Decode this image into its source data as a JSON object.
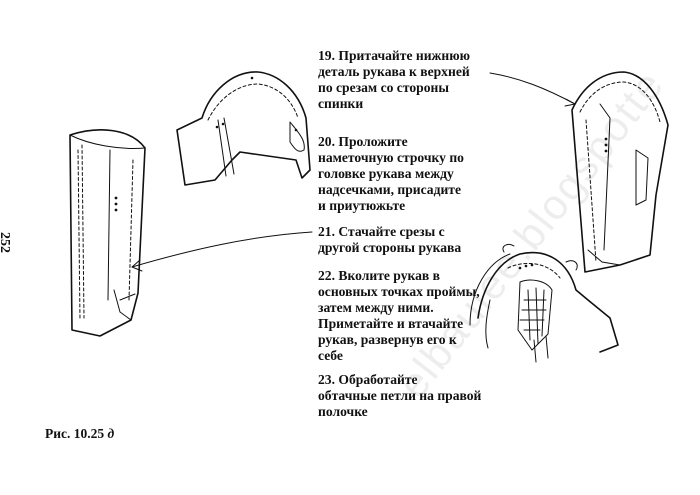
{
  "page_number": "252",
  "steps": [
    {
      "number": "19.",
      "lines": [
        "Притачайте нижнюю",
        "деталь рукава к верхней",
        "по срезам со стороны",
        "спинки"
      ]
    },
    {
      "number": "20.",
      "lines": [
        "Проложите",
        "наметочную строчку по",
        "головке рукава между",
        "надсечками, присадите",
        "и приутюжьте"
      ]
    },
    {
      "number": "21.",
      "lines": [
        "Стачайте срезы с",
        "другой стороны рукава"
      ]
    },
    {
      "number": "22.",
      "lines": [
        "Вколите рукав в",
        "основных точках проймы,",
        "затем между ними.",
        "Приметайте и втачайте",
        "рукав, развернув его к",
        "себе"
      ]
    },
    {
      "number": "23.",
      "lines": [
        "Обработайте",
        "обтачные петли на правой",
        "полочке"
      ]
    }
  ],
  "caption": {
    "prefix": "Рис. 10.25",
    "letter": "д"
  },
  "watermark": "elbaulee.blogspotte"
}
